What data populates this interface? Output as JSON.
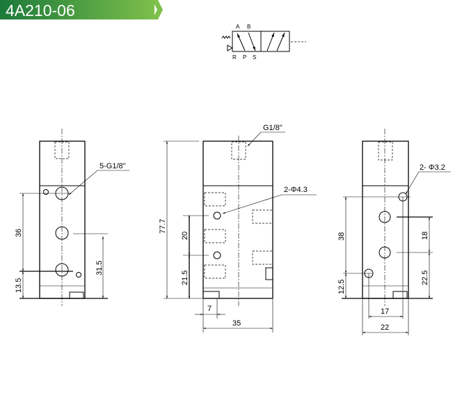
{
  "title": "4A210-06",
  "colors": {
    "banner_dark": "#1b7a3a",
    "banner_light": "#7dbf4a"
  },
  "symbol": {
    "ports_top": [
      "A",
      "B"
    ],
    "ports_bottom": [
      "R",
      "P",
      "S"
    ]
  },
  "left_view": {
    "callout": "5-G1/8\"",
    "dims": [
      "36",
      "13.5",
      "31.5"
    ]
  },
  "front_view": {
    "callouts": [
      "G1/8\"",
      "2-Φ4.3"
    ],
    "dims": [
      "77.7",
      "20",
      "21.5",
      "7",
      "35"
    ]
  },
  "right_view": {
    "callout": "2- Φ3.2",
    "dims": [
      "38",
      "12.5",
      "18",
      "22.5",
      "17",
      "22"
    ]
  }
}
